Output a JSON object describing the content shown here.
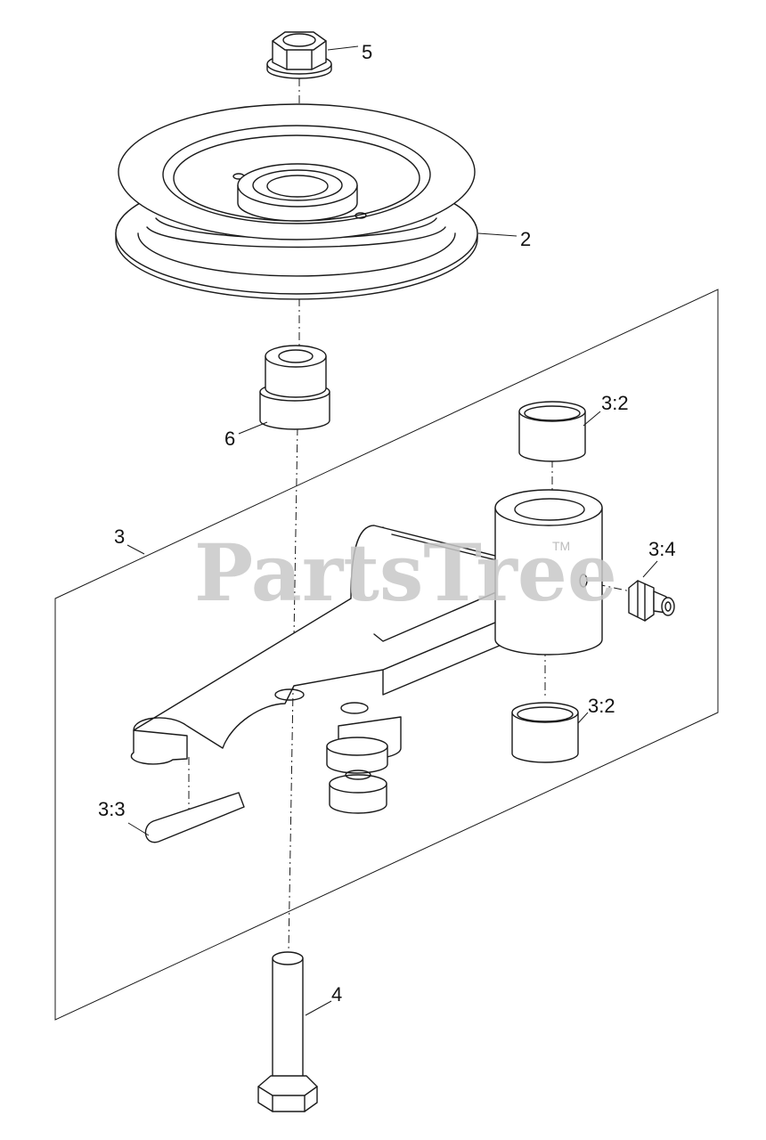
{
  "diagram": {
    "watermark": "PartsTree",
    "watermark_mark": "TM",
    "callouts": [
      {
        "id": "c5",
        "label": "5"
      },
      {
        "id": "c2",
        "label": "2"
      },
      {
        "id": "c6",
        "label": "6"
      },
      {
        "id": "c3",
        "label": "3"
      },
      {
        "id": "c32a",
        "label": "3:2"
      },
      {
        "id": "c34",
        "label": "3:4"
      },
      {
        "id": "c32b",
        "label": "3:2"
      },
      {
        "id": "c33",
        "label": "3:3"
      },
      {
        "id": "c4",
        "label": "4"
      }
    ]
  }
}
